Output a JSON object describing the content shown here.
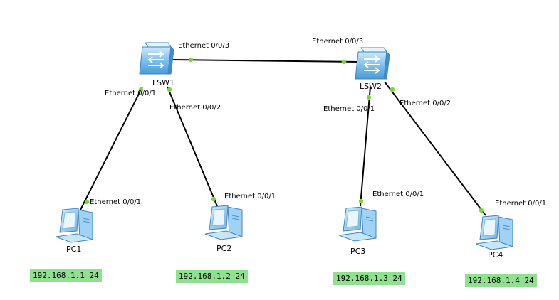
{
  "devices": {
    "lsw1": {
      "name": "LSW1"
    },
    "lsw2": {
      "name": "LSW2"
    },
    "pc1": {
      "name": "PC1",
      "ip": "192.168.1.1 24"
    },
    "pc2": {
      "name": "PC2",
      "ip": "192.168.1.2 24"
    },
    "pc3": {
      "name": "PC3",
      "ip": "192.168.1.3 24"
    },
    "pc4": {
      "name": "PC4",
      "ip": "192.168.1.4 24"
    }
  },
  "ports": {
    "lsw1_eth003": "Ethernet 0/0/3",
    "lsw2_eth003": "Ethernet 0/0/3",
    "lsw1_eth001": "Ethernet 0/0/1",
    "lsw1_eth002": "Ethernet 0/0/2",
    "lsw2_eth001": "Ethernet 0/0/1",
    "lsw2_eth002": "Ethernet 0/0/2",
    "pc1_eth001": "Ethernet 0/0/1",
    "pc2_eth001": "Ethernet 0/0/1",
    "pc3_eth001": "Ethernet 0/0/1",
    "pc4_eth001": "Ethernet 0/0/1"
  },
  "colors": {
    "link": "#000000",
    "port_dot": "#7cd63a",
    "ip_bg": "#8fe08f",
    "switch_body": "#6fb7e8",
    "pc_body": "#8fc8f0"
  }
}
